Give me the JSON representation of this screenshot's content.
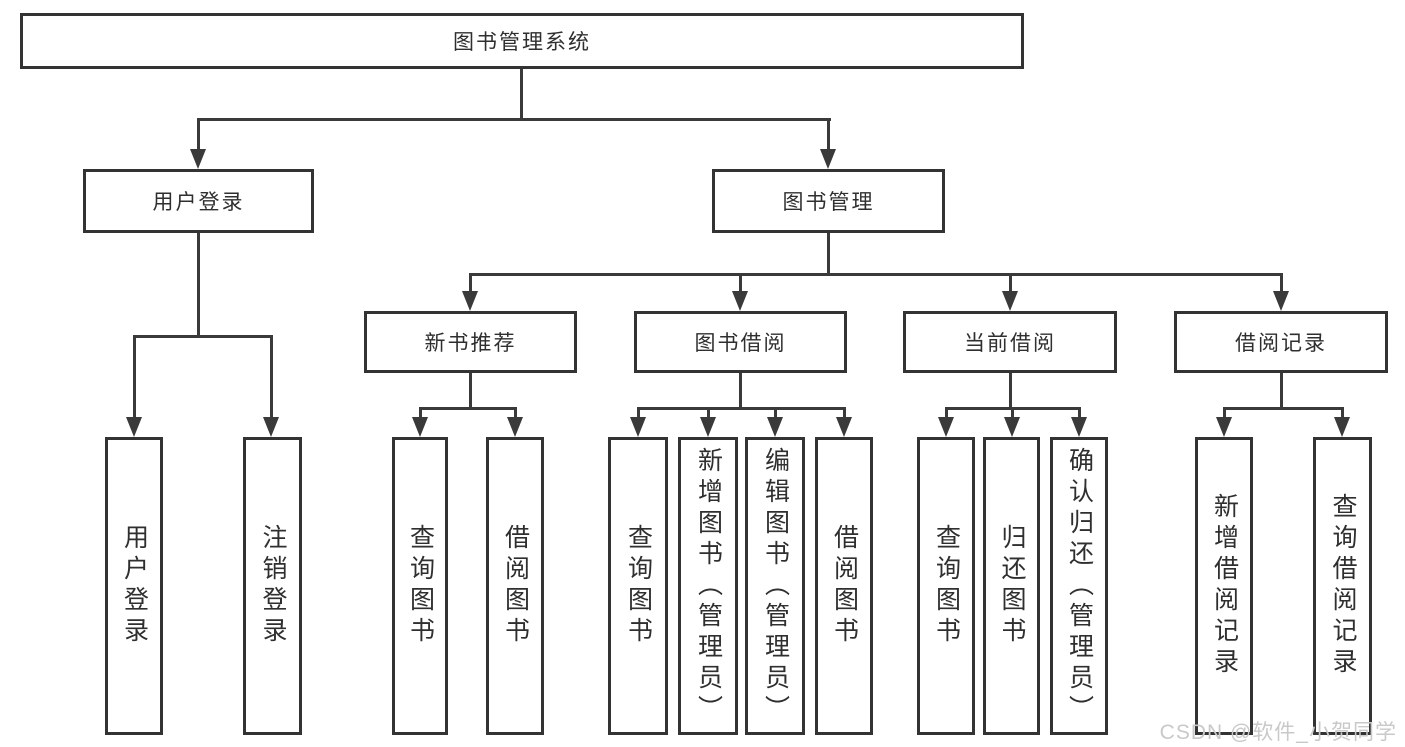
{
  "tree": {
    "root": {
      "label": "图书管理系统"
    },
    "children": [
      {
        "label": "用户登录",
        "children": [
          {
            "label": "用户登录"
          },
          {
            "label": "注销登录"
          }
        ]
      },
      {
        "label": "图书管理",
        "children": [
          {
            "label": "新书推荐",
            "children": [
              {
                "label": "查询图书"
              },
              {
                "label": "借阅图书"
              }
            ]
          },
          {
            "label": "图书借阅",
            "children": [
              {
                "label": "查询图书"
              },
              {
                "label": "新增图书（管理员）"
              },
              {
                "label": "编辑图书（管理员）"
              },
              {
                "label": "借阅图书"
              }
            ]
          },
          {
            "label": "当前借阅",
            "children": [
              {
                "label": "查询图书"
              },
              {
                "label": "归还图书"
              },
              {
                "label": "确认归还（管理员）"
              }
            ]
          },
          {
            "label": "借阅记录",
            "children": [
              {
                "label": "新增借阅记录"
              },
              {
                "label": "查询借阅记录"
              }
            ]
          }
        ]
      }
    ]
  },
  "watermark": {
    "text": "CSDN @软件_小贺同学"
  },
  "colors": {
    "line": "#3a3a3a",
    "border": "#333333",
    "text": "#2f2f2f",
    "background": "#ffffff",
    "watermark": "#c9c9c9"
  }
}
